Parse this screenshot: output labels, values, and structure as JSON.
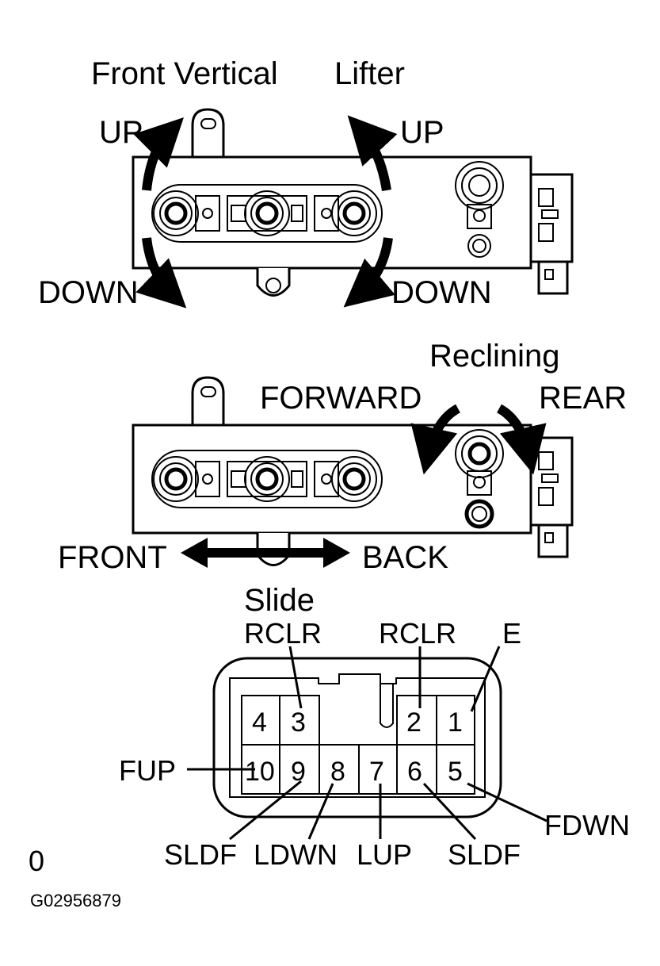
{
  "labels": {
    "front_vertical": "Front Vertical",
    "lifter": "Lifter",
    "up_left": "UP",
    "up_right": "UP",
    "down_left": "DOWN",
    "down_right": "DOWN",
    "reclining": "Reclining",
    "forward": "FORWARD",
    "rear": "REAR",
    "front": "FRONT",
    "back": "BACK",
    "slide": "Slide"
  },
  "connector": {
    "top_labels": {
      "rclr_left": "RCLR",
      "rclr_right": "RCLR",
      "e": "E"
    },
    "pins_top": [
      "4",
      "3",
      "2",
      "1"
    ],
    "pins_bottom": [
      "10",
      "9",
      "8",
      "7",
      "6",
      "5"
    ],
    "side_labels": {
      "fup": "FUP",
      "fdwn": "FDWN"
    },
    "bottom_labels": {
      "sldf_left": "SLDF",
      "ldwn": "LDWN",
      "lup": "LUP",
      "sldf_right": "SLDF"
    }
  },
  "footer": {
    "marker": "0",
    "code": "G02956879"
  }
}
